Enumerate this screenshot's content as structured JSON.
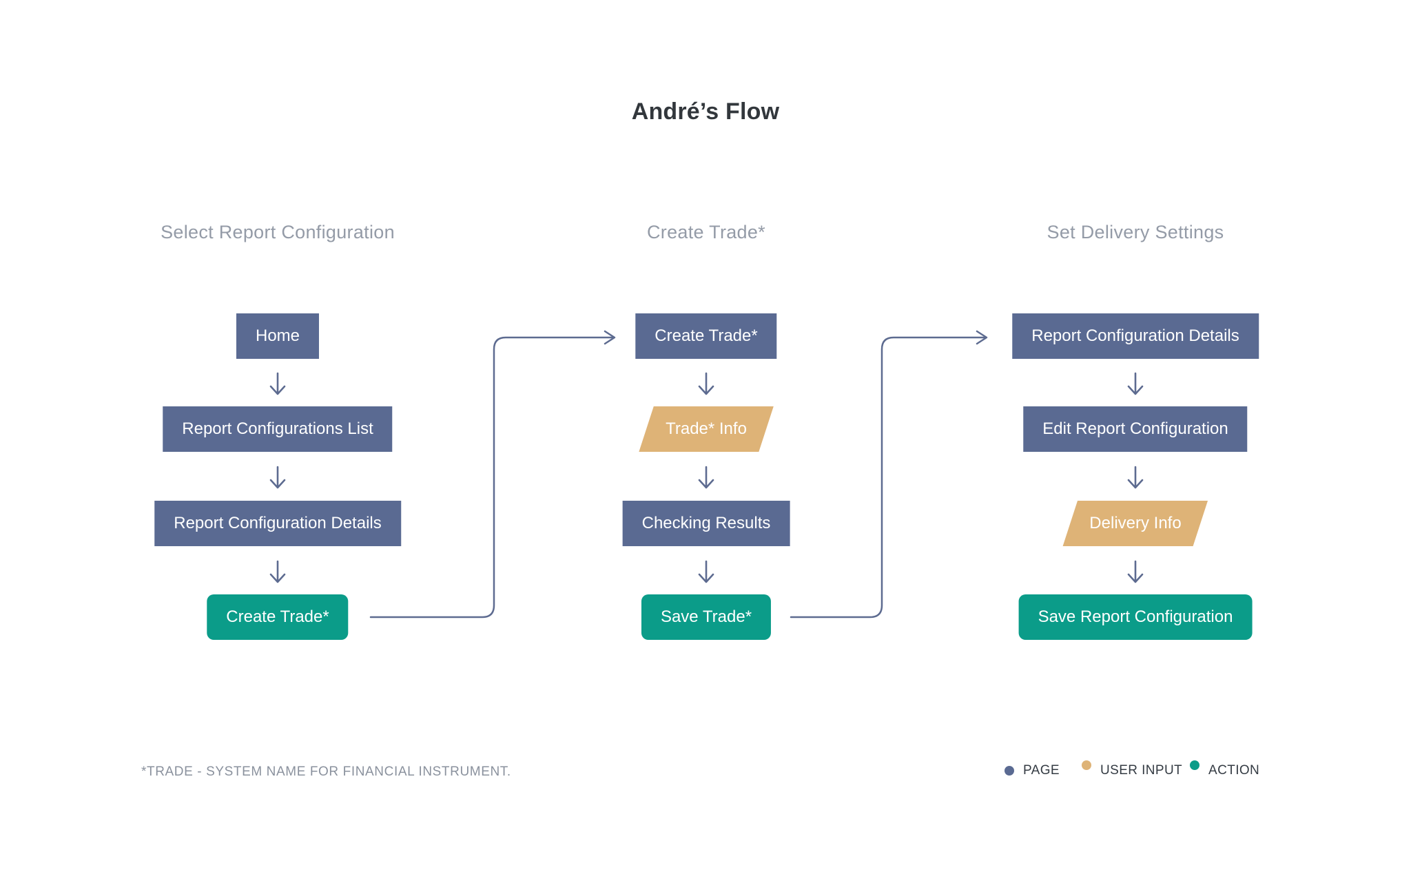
{
  "title": "André’s Flow",
  "columns": [
    {
      "header": "Select Report Configuration",
      "steps": [
        {
          "label": "Home",
          "type": "page"
        },
        {
          "label": "Report Configurations List",
          "type": "page"
        },
        {
          "label": "Report Configuration Details",
          "type": "page"
        },
        {
          "label": "Create Trade*",
          "type": "action"
        }
      ]
    },
    {
      "header": "Create Trade*",
      "steps": [
        {
          "label": "Create Trade*",
          "type": "page"
        },
        {
          "label": "Trade* Info",
          "type": "user-input"
        },
        {
          "label": "Checking Results",
          "type": "page"
        },
        {
          "label": "Save Trade*",
          "type": "action"
        }
      ]
    },
    {
      "header": "Set Delivery Settings",
      "steps": [
        {
          "label": "Report Configuration Details",
          "type": "page"
        },
        {
          "label": "Edit Report Configuration",
          "type": "page"
        },
        {
          "label": "Delivery Info",
          "type": "user-input"
        },
        {
          "label": "Save Report Configuration",
          "type": "action"
        }
      ]
    }
  ],
  "footnote": "*TRADE - SYSTEM NAME FOR FINANCIAL INSTRUMENT.",
  "legend": [
    {
      "label": "PAGE",
      "color": "#5a6a92"
    },
    {
      "label": "USER INPUT",
      "color": "#deb377"
    },
    {
      "label": "ACTION",
      "color": "#0b9c89"
    }
  ],
  "colors": {
    "page": "#5a6a92",
    "user_input": "#deb377",
    "action": "#0b9c89",
    "connector": "#5d6b90",
    "title": "#32373c",
    "column_header": "#949ba7",
    "footnote": "#8a919d",
    "background": "#ffffff"
  }
}
